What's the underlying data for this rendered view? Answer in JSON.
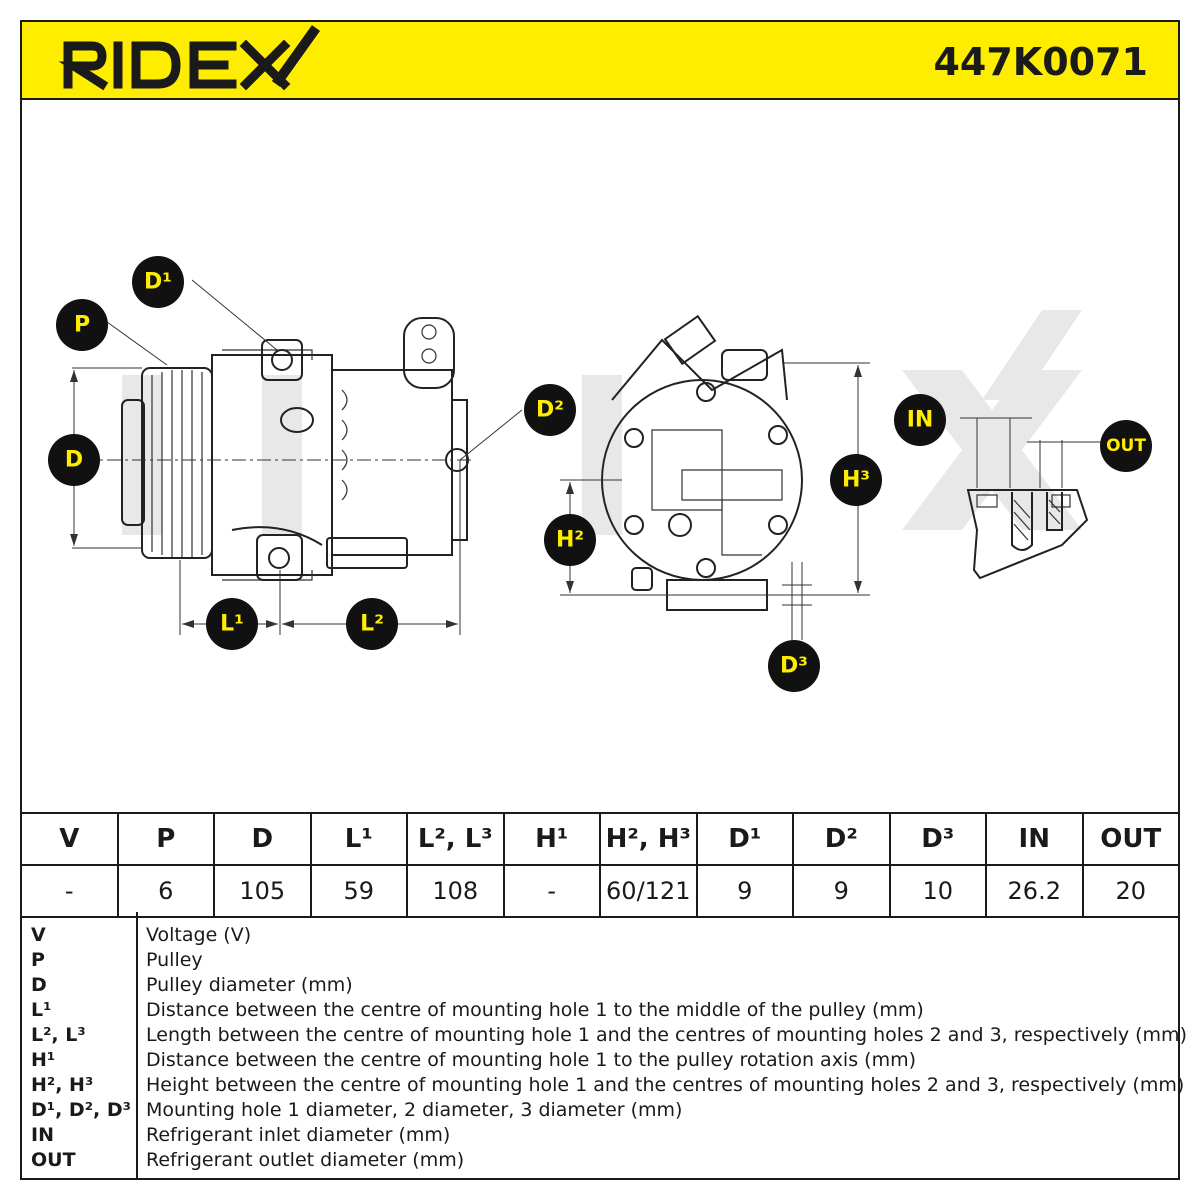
{
  "header": {
    "brand": "RIDEX",
    "part_number": "447K0071",
    "brand_color": "#ffed00"
  },
  "callouts": {
    "p": "P",
    "d": "D",
    "d1": "D¹",
    "d2": "D²",
    "d3": "D³",
    "l1": "L¹",
    "l2": "L²",
    "h2": "H²",
    "h3": "H³",
    "in": "IN",
    "out": "OUT"
  },
  "spec_table": {
    "headers": [
      "V",
      "P",
      "D",
      "L¹",
      "L², L³",
      "H¹",
      "H², H³",
      "D¹",
      "D²",
      "D³",
      "IN",
      "OUT"
    ],
    "values": [
      "-",
      "6",
      "105",
      "59",
      "108",
      "-",
      "60/121",
      "9",
      "9",
      "10",
      "26.2",
      "20"
    ]
  },
  "legend": [
    {
      "key": "V",
      "desc": "Voltage (V)"
    },
    {
      "key": "P",
      "desc": "Pulley"
    },
    {
      "key": "D",
      "desc": "Pulley diameter (mm)"
    },
    {
      "key": "L¹",
      "desc": "Distance between the centre of mounting hole 1 to the middle of the pulley (mm)"
    },
    {
      "key": "L², L³",
      "desc": "Length between the centre of mounting hole 1 and the centres of mounting holes 2 and 3, respectively (mm)"
    },
    {
      "key": "H¹",
      "desc": "Distance between the centre of mounting hole 1 to the pulley rotation axis (mm)"
    },
    {
      "key": "H², H³",
      "desc": "Height between the centre of mounting hole 1 and the centres of mounting holes 2 and 3, respectively (mm)"
    },
    {
      "key": "D¹, D², D³",
      "desc": "Mounting hole 1 diameter, 2 diameter, 3 diameter (mm)"
    },
    {
      "key": "IN",
      "desc": "Refrigerant inlet diameter (mm)"
    },
    {
      "key": "OUT",
      "desc": "Refrigerant outlet diameter (mm)"
    }
  ]
}
